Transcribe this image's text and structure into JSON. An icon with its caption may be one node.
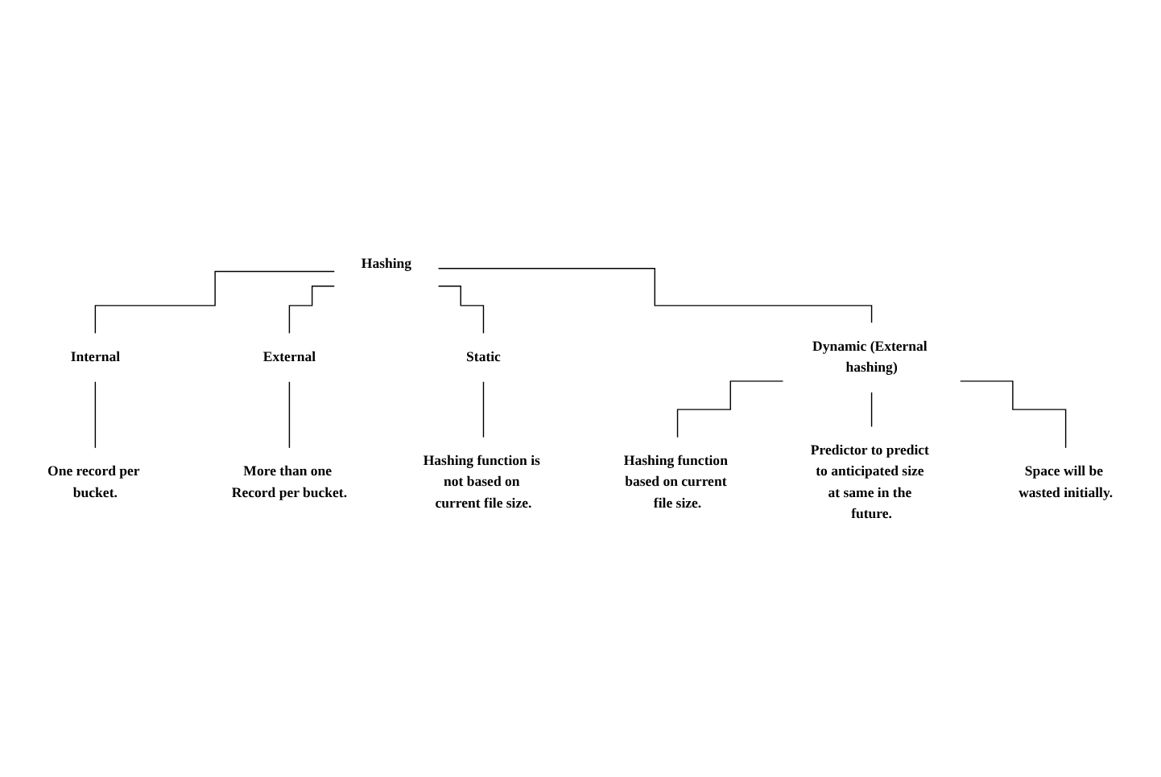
{
  "diagram": {
    "nodes": [
      {
        "text": [
          "Hashing"
        ]
      },
      {
        "text": [
          "Internal"
        ]
      },
      {
        "text": [
          "External"
        ]
      },
      {
        "text": [
          "Static"
        ]
      },
      {
        "text": [
          "Dynamic (External hashing)"
        ]
      },
      {
        "text": [
          "One record per bucket."
        ]
      },
      {
        "text": [
          "More than one Record per bucket."
        ]
      },
      {
        "text": [
          "Hashing function is not based on current file size."
        ]
      },
      {
        "text": [
          "Hashing function based on current file size."
        ]
      },
      {
        "text": [
          "Predictor to predict to anticipated size at same in the future."
        ]
      },
      {
        "text": [
          "Space will be wasted initially."
        ]
      }
    ],
    "edges": [
      {
        "from": 0,
        "to": 1,
        "arrow": "none"
      },
      {
        "from": 0,
        "to": 2,
        "arrow": "none"
      },
      {
        "from": 0,
        "to": 3,
        "arrow": "none"
      },
      {
        "from": 0,
        "to": 4,
        "arrow": "none"
      },
      {
        "from": 1,
        "to": 5,
        "arrow": "none"
      },
      {
        "from": 2,
        "to": 6,
        "arrow": "none"
      },
      {
        "from": 3,
        "to": 7,
        "arrow": "none"
      },
      {
        "from": 4,
        "to": 8,
        "arrow": "none"
      },
      {
        "from": 4,
        "to": 9,
        "arrow": "none"
      },
      {
        "from": 4,
        "to": 10,
        "arrow": "none"
      }
    ]
  }
}
